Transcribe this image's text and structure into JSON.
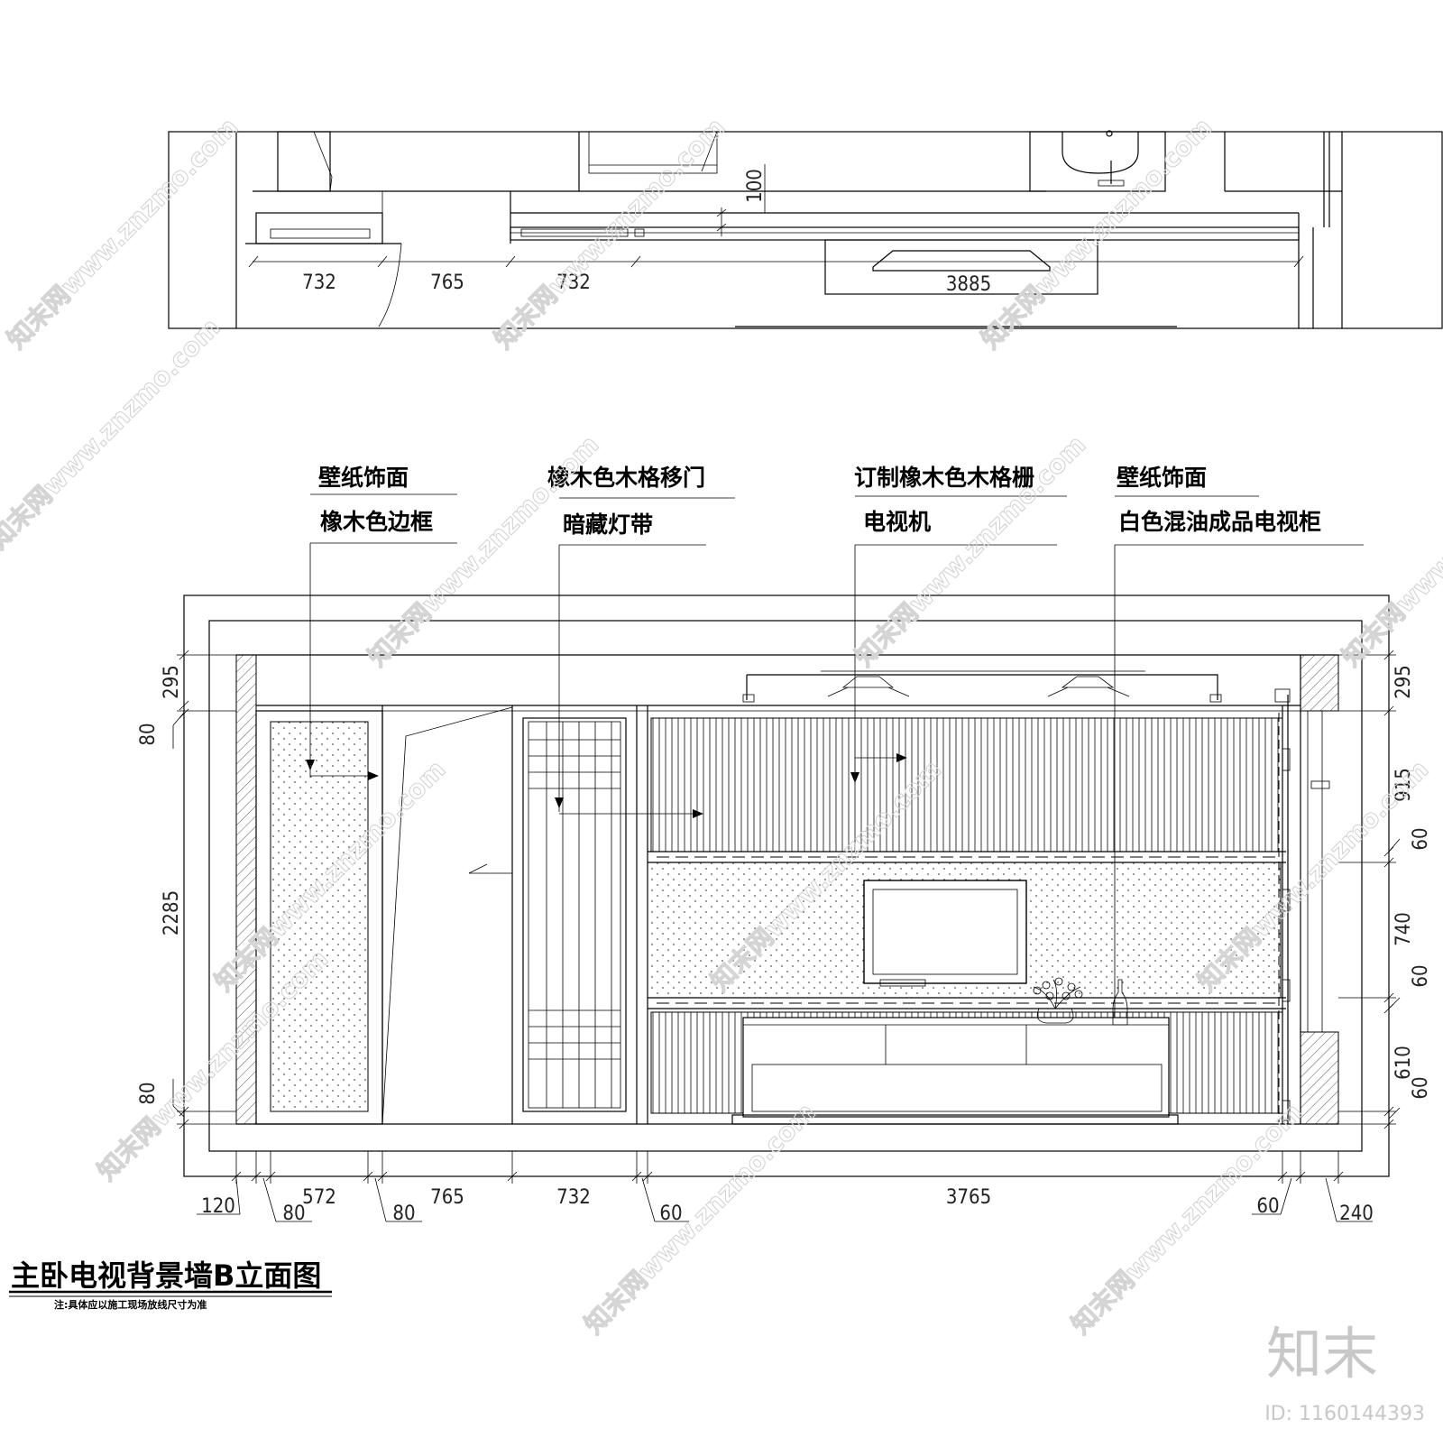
{
  "plan_dimensions": [
    "732",
    "765",
    "732",
    "3885",
    "100"
  ],
  "callouts": [
    {
      "top": "壁纸饰面",
      "bottom": "橡木色边框"
    },
    {
      "top": "橡木色木格移门",
      "bottom": "暗藏灯带"
    },
    {
      "top": "订制橡木色木格栅",
      "bottom": "电视机"
    },
    {
      "top": "壁纸饰面",
      "bottom": "白色混油成品电视柜"
    }
  ],
  "left_dimensions": [
    "295",
    "80",
    "2285",
    "80"
  ],
  "right_dimensions": [
    "295",
    "915",
    "60",
    "740",
    "60",
    "610",
    "60"
  ],
  "bottom_dimensions": {
    "upper": [
      "572",
      "765",
      "732",
      "3765"
    ],
    "lower": [
      "120",
      "80",
      "80",
      "60",
      "60",
      "240"
    ]
  },
  "drawing_title": "主卧电视背景墙B立面图",
  "drawing_note": "注:具体应以施工现场放线尺寸为准",
  "watermark": {
    "text": "知末网www.znzmo.com",
    "logo": "知末",
    "id_label": "ID: 1160144393"
  }
}
